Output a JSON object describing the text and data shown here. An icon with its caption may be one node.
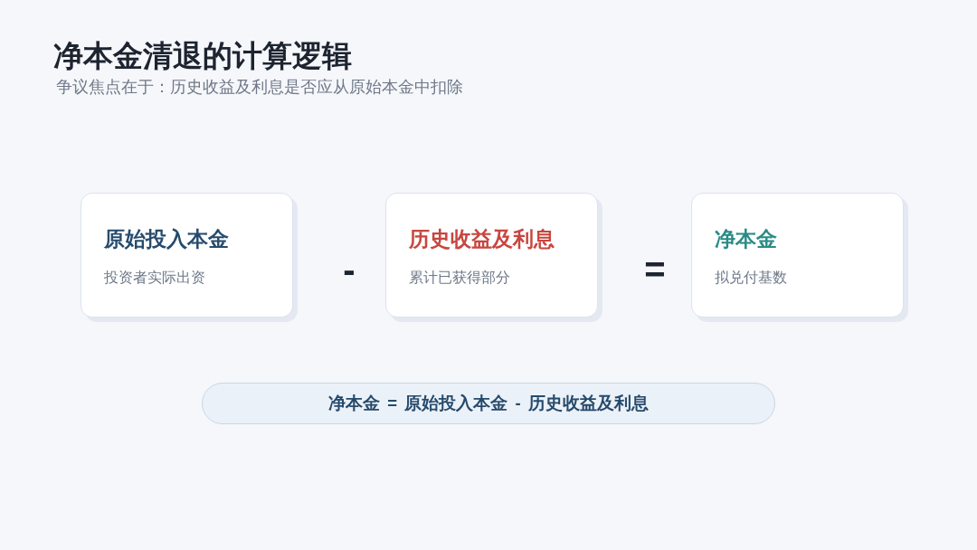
{
  "diagram": {
    "title": "净本金清退的计算逻辑",
    "nodes": [
      {
        "text": [
          "原始投入本金",
          "投资者实际出资"
        ]
      },
      {
        "text": [
          "历史收益及利息",
          "累计已获得部分"
        ]
      },
      {
        "text": [
          "净本金",
          "拟兑付基数"
        ]
      },
      {
        "text": [
          "净本金 = 原始投入本金 - 历史收益及利息"
        ]
      }
    ],
    "labels": [
      "争议焦点在于：历史收益及利息是否应从原始本金中扣除",
      "-",
      "="
    ]
  }
}
